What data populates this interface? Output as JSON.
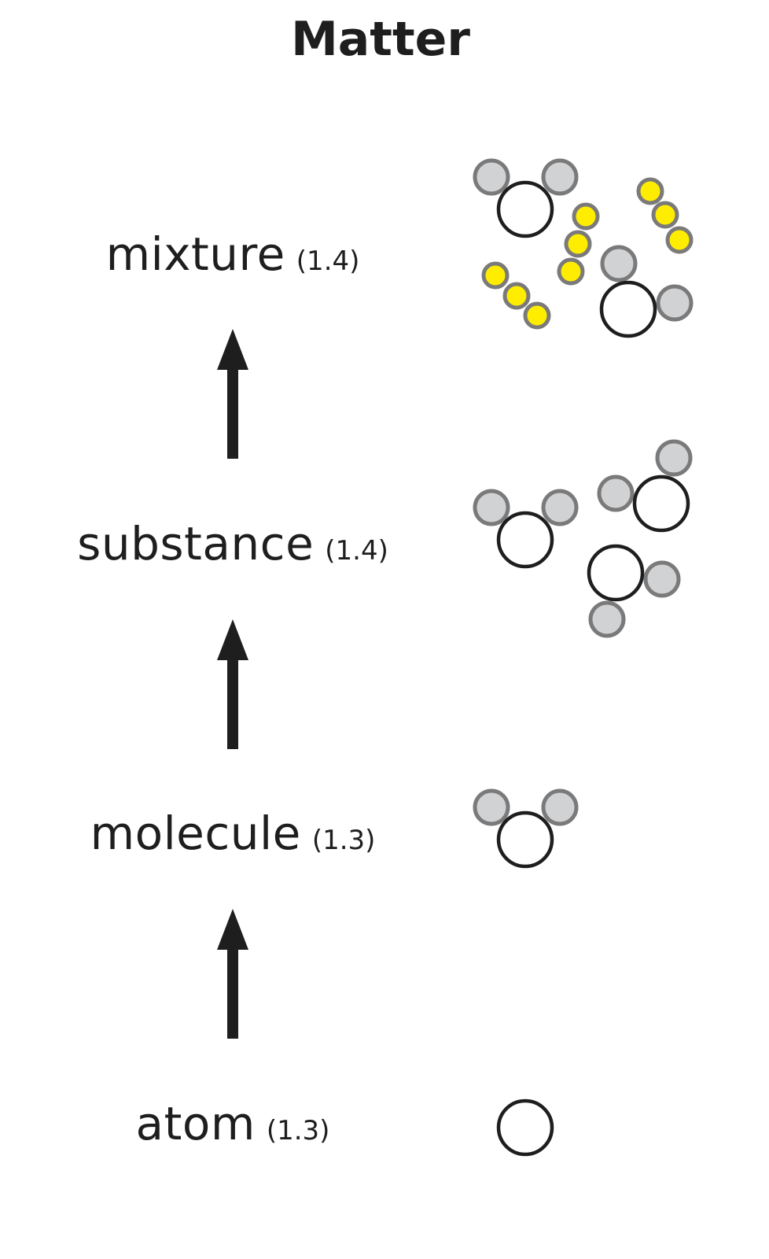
{
  "title": "Matter",
  "levels": [
    {
      "name": "mixture",
      "section": "(1.4)"
    },
    {
      "name": "substance",
      "section": "(1.4)"
    },
    {
      "name": "molecule",
      "section": "(1.3)"
    },
    {
      "name": "atom",
      "section": "(1.3)"
    }
  ],
  "colors": {
    "text": "#1e1e1e",
    "atom_fill": "#d1d2d4",
    "atom_stroke": "#7a7a7a",
    "small_atom_fill": "#ffed00"
  }
}
